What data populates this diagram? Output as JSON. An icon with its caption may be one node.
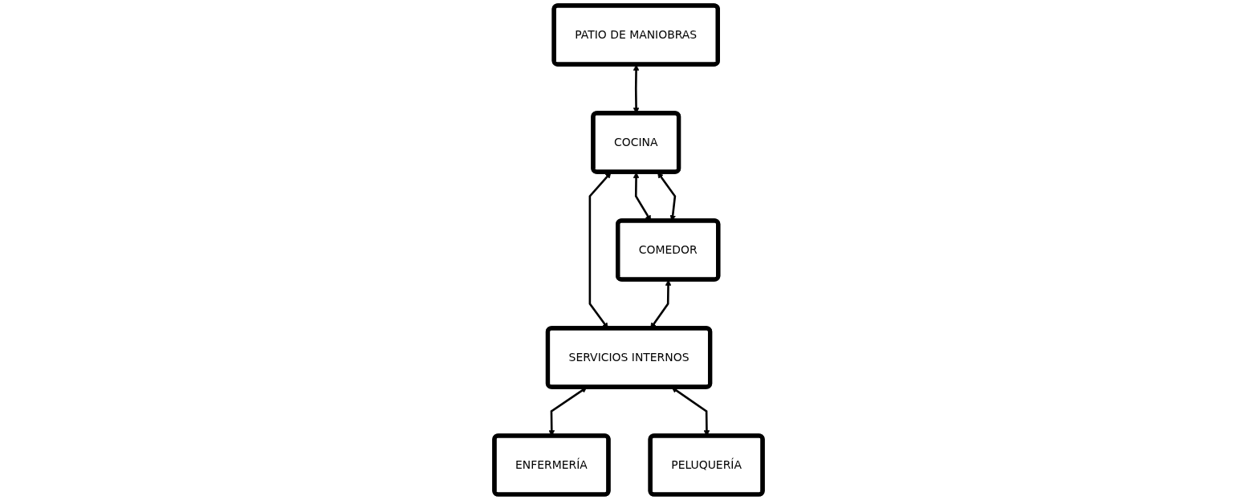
{
  "diagram": {
    "nodes": [
      {
        "text": [
          "SERVICIOS INTERNOS"
        ]
      },
      {
        "text": [
          "PATIO DE MANIOBRAS"
        ]
      },
      {
        "text": [
          "COCINA"
        ]
      },
      {
        "text": [
          "ENFERMERÍA"
        ]
      },
      {
        "text": [
          "COMEDOR"
        ]
      },
      {
        "text": [
          "PELUQUERÍA"
        ]
      }
    ],
    "edges": [
      {
        "from": 2,
        "to": 0,
        "arrow": "both"
      },
      {
        "from": 1,
        "to": 2,
        "arrow": "both"
      },
      {
        "from": 0,
        "to": 3,
        "arrow": "both"
      },
      {
        "from": 0,
        "to": 5,
        "arrow": "both"
      },
      {
        "from": 2,
        "to": 4,
        "arrow": "both"
      },
      {
        "from": 2,
        "to": 4,
        "arrow": "both"
      },
      {
        "from": 4,
        "to": 0,
        "arrow": "both"
      }
    ]
  }
}
